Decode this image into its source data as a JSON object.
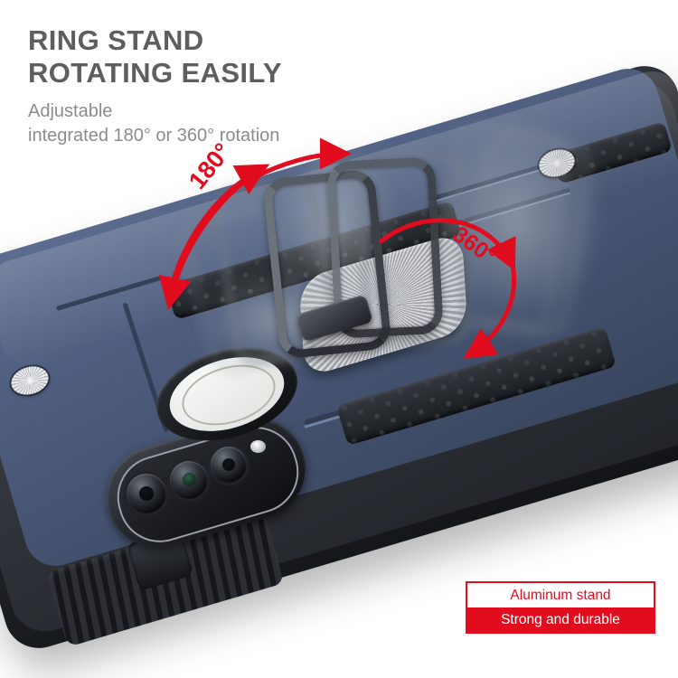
{
  "headline": {
    "line1": "RING STAND",
    "line2": "ROTATING EASILY",
    "color": "#5e5e5e"
  },
  "subtitle": {
    "line1": "Adjustable",
    "line2": "integrated 180° or 360° rotation",
    "color": "#8c8c8c"
  },
  "annotations": {
    "rotation_180": "180°",
    "rotation_360": "360°",
    "arrow_color": "#E10D1E"
  },
  "callout": {
    "top_text": "Aluminum stand",
    "bottom_text": "Strong and durable",
    "accent_color": "#E10D1E",
    "top_bg": "#ffffff",
    "bottom_bg": "#E10D1E"
  },
  "product": {
    "case_blue": "#4e5d7e",
    "case_black": "#1d2024",
    "metal_gray": "#b9bcc1",
    "background": "#ffffff",
    "camera_lens_count": 3,
    "has_flash": true,
    "has_ring_kickstand": true,
    "rivet_count": 2
  }
}
